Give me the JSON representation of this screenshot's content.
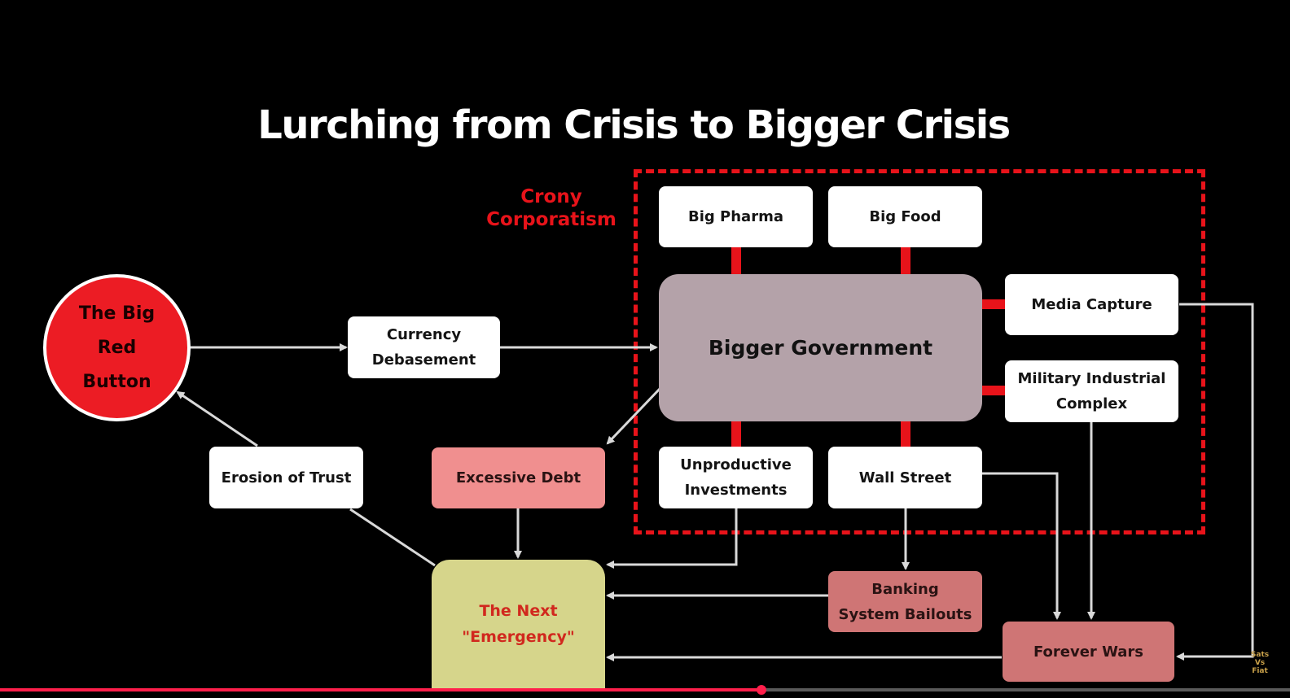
{
  "title": "Lurching from Crisis to Bigger Crisis",
  "region_label": "Crony\nCorporatism",
  "nodes": {
    "big_red_button": "The Big\nRed\nButton",
    "currency_debasement": "Currency\nDebasement",
    "bigger_government": "Bigger Government",
    "big_pharma": "Big Pharma",
    "big_food": "Big Food",
    "media_capture": "Media Capture",
    "military_industrial_complex": "Military Industrial\nComplex",
    "unproductive_investments": "Unproductive\nInvestments",
    "wall_street": "Wall Street",
    "erosion_of_trust": "Erosion of Trust",
    "excessive_debt": "Excessive Debt",
    "next_emergency": "The Next\n\"Emergency\"",
    "banking_bailouts": "Banking\nSystem Bailouts",
    "forever_wars": "Forever Wars"
  },
  "watermark": "Sats\nVs\nFiat",
  "colors": {
    "background": "#000000",
    "accent_red": "#e8131a",
    "button_red": "#ec1c24",
    "white_box": "#ffffff",
    "government_gray": "#b4a2a9",
    "debt_salmon": "#f08f8f",
    "crisis_rose": "#cf7575",
    "emergency_olive": "#d6d58b",
    "connector_gray": "#d9d9d9"
  },
  "video_progress": 0.59
}
